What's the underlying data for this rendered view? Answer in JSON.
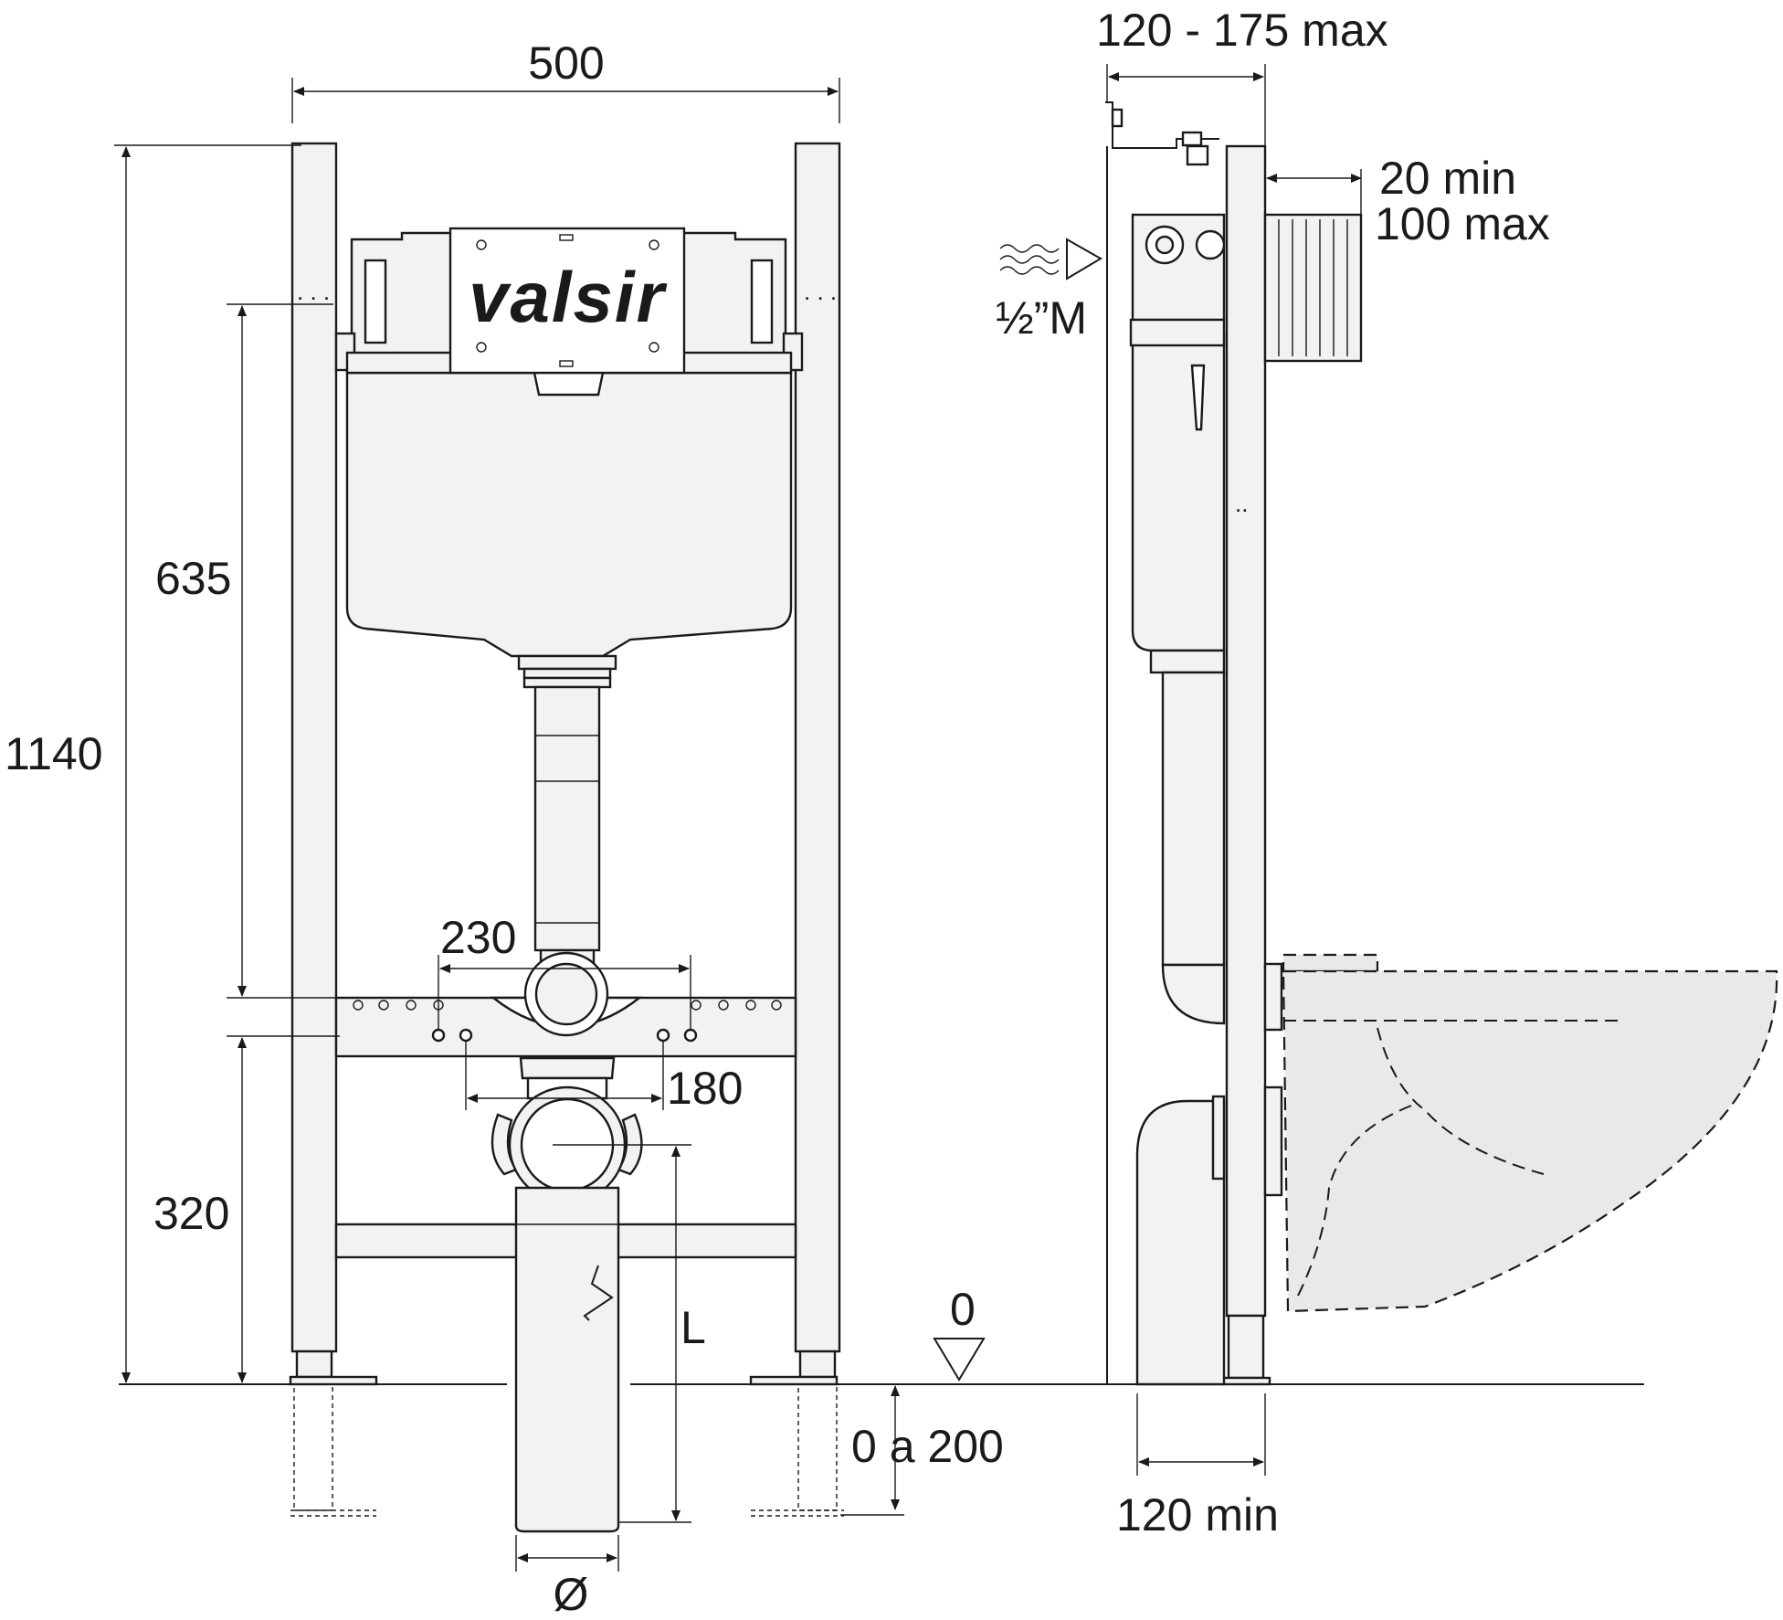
{
  "brand": {
    "logo": "valsir"
  },
  "dimensions": {
    "width": "500",
    "height": "1140",
    "cistern_height": "635",
    "flush_spacing": "230",
    "lower_height": "320",
    "bolt_spacing": "180",
    "pipe_length": "L",
    "floor_level": "0",
    "floor_depth": "0 a 200",
    "pipe_diameter": "Ø",
    "depth_range": "120 - 175 max",
    "plate_min": "20 min",
    "plate_max": "100 max",
    "water_inlet": "½”M",
    "base_depth": "120 min"
  },
  "colors": {
    "line": "#1a1a1a",
    "fill": "#f2f2f2",
    "background": "#ffffff"
  },
  "icons": {
    "water_inlet": "water-waves-icon",
    "floor_level": "level-triangle-icon"
  }
}
